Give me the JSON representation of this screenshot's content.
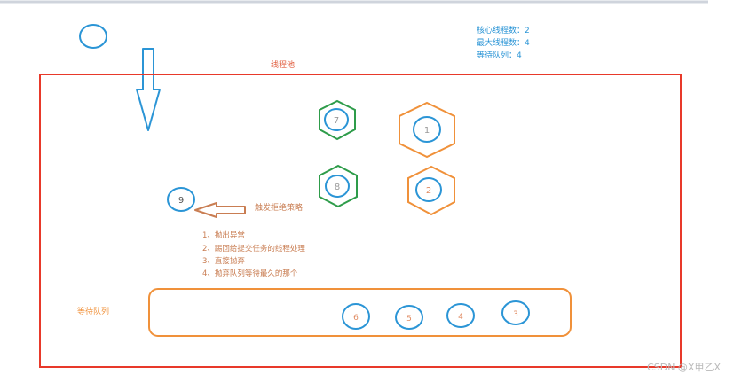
{
  "config": {
    "core_threads": "核心线程数：2",
    "max_threads": "最大线程数：4",
    "queue_size": "等待队列：4"
  },
  "pool": {
    "title": "线程池"
  },
  "core_tasks": [
    {
      "label": "1"
    },
    {
      "label": "2"
    }
  ],
  "extra_tasks": [
    {
      "label": "7"
    },
    {
      "label": "8"
    }
  ],
  "rejected_task": {
    "label": "9"
  },
  "rejection": {
    "label": "触发拒绝策略",
    "policies": [
      "1、抛出异常",
      "2、踢回给提交任务的线程处理",
      "3、直接抛弃",
      "4、抛弃队列等待最久的那个"
    ]
  },
  "queue": {
    "label": "等待队列",
    "items": [
      {
        "label": "6"
      },
      {
        "label": "5"
      },
      {
        "label": "4"
      },
      {
        "label": "3"
      }
    ]
  },
  "watermark": "CSDN @X甲乙X",
  "colors": {
    "pool_border": "#e8392a",
    "core_task": "#f0913a",
    "extra_task": "#2e9c4a",
    "circle": "#2b95d6",
    "config_text": "#2b95d6",
    "title_text": "#e05a3a",
    "rejection": "#c97d52",
    "queue_border": "#f0913a",
    "queue_label": "#f0913a",
    "top_line": "#cfd4dc"
  }
}
